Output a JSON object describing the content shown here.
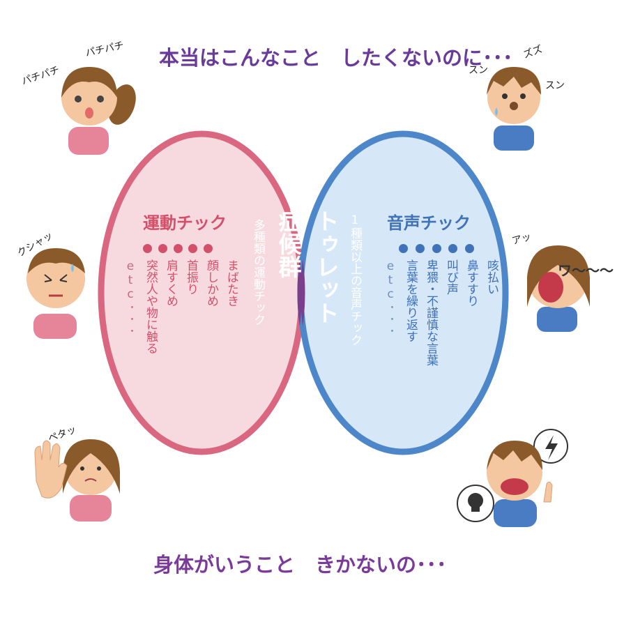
{
  "top_heading": "本当はこんなこと　したくないのに･･･",
  "bottom_heading": "身体がいうこと　きかないの･･･",
  "motor": {
    "title": "運動チック",
    "items": [
      "まばたき",
      "顔しかめ",
      "首振り",
      "肩すくめ",
      "突然人や物に触る"
    ],
    "etc": "etc･･･"
  },
  "vocal": {
    "title": "音声チック",
    "items": [
      "咳払い",
      "鼻すすり",
      "叫び声",
      "卑猥・不謹慎な言葉",
      "言葉を繰り返す"
    ],
    "etc": "etc･･･"
  },
  "center": {
    "title_line1": "トゥレット",
    "title_line2": "症候群",
    "line_vocal": "1種類以上の音声チック",
    "line_motor": "多種類の運動チック"
  },
  "sounds": {
    "girl_blink_1": "パチパチ",
    "girl_blink_2": "パチパチ",
    "boy_sniff_1": "ズズ",
    "boy_sniff_2": "スン",
    "boy_sniff_3": "スン",
    "boy_grimace": "クシャッ",
    "girl_shout_1": "アッ",
    "girl_shout_2": "ワ〜〜〜",
    "girl_touch": "ペタッ"
  },
  "colors": {
    "motor_circle_stroke": "#d9677f",
    "motor_circle_fill": "#f7dadf",
    "vocal_circle_stroke": "#4d87c9",
    "vocal_circle_fill": "#d6e7f8",
    "overlap_fill": "#8b6aa8",
    "overlap_stroke": "#7a3f8c",
    "heading": "#6a3a9a",
    "motor_text": "#d4506a",
    "vocal_text": "#3f72b8"
  }
}
